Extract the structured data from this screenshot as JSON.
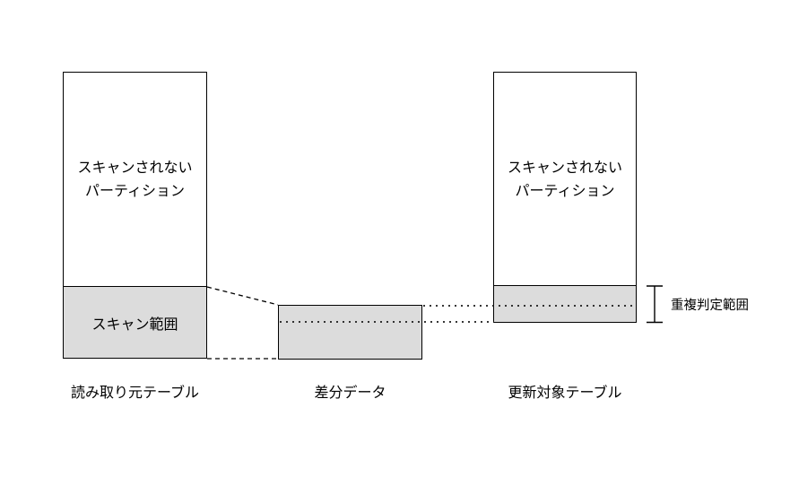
{
  "diagram": {
    "source": {
      "partition_label": "スキャンされない\nパーティション",
      "scan_label": "スキャン範囲",
      "caption": "読み取り元テーブル"
    },
    "diff": {
      "caption": "差分データ"
    },
    "target": {
      "partition_label": "スキャンされない\nパーティション",
      "caption": "更新対象テーブル"
    },
    "annotation": {
      "label": "重複判定範囲"
    },
    "colors": {
      "fill_gray": "#dcdcdc",
      "line": "#000000"
    }
  }
}
